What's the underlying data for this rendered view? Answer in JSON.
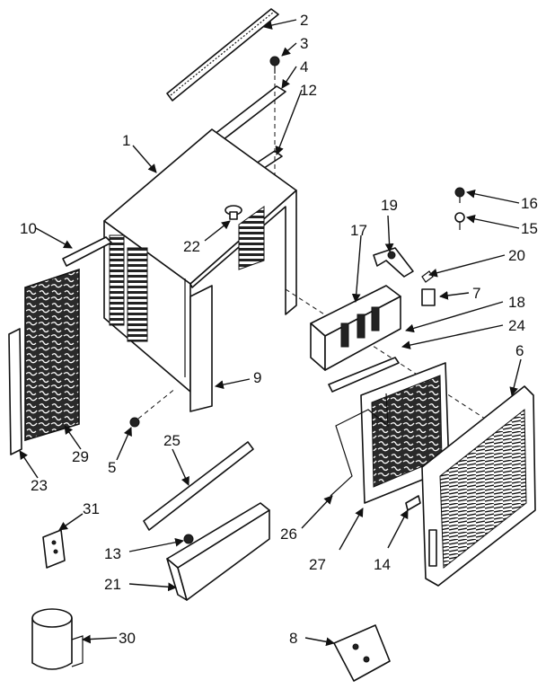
{
  "callouts": [
    {
      "id": "c2",
      "text": "2"
    },
    {
      "id": "c3",
      "text": "3"
    },
    {
      "id": "c4",
      "text": "4"
    },
    {
      "id": "c12",
      "text": "12"
    },
    {
      "id": "c1",
      "text": "1"
    },
    {
      "id": "c10",
      "text": "10"
    },
    {
      "id": "c22",
      "text": "22"
    },
    {
      "id": "c16",
      "text": "16"
    },
    {
      "id": "c15",
      "text": "15"
    },
    {
      "id": "c19",
      "text": "19"
    },
    {
      "id": "c17",
      "text": "17"
    },
    {
      "id": "c20",
      "text": "20"
    },
    {
      "id": "c7",
      "text": "7"
    },
    {
      "id": "c18",
      "text": "18"
    },
    {
      "id": "c24",
      "text": "24"
    },
    {
      "id": "c6",
      "text": "6"
    },
    {
      "id": "c9",
      "text": "9"
    },
    {
      "id": "c29",
      "text": "29"
    },
    {
      "id": "c23",
      "text": "23"
    },
    {
      "id": "c5",
      "text": "5"
    },
    {
      "id": "c25",
      "text": "25"
    },
    {
      "id": "c31",
      "text": "31"
    },
    {
      "id": "c26",
      "text": "26"
    },
    {
      "id": "c27",
      "text": "27"
    },
    {
      "id": "c14",
      "text": "14"
    },
    {
      "id": "c13",
      "text": "13"
    },
    {
      "id": "c21",
      "text": "21"
    },
    {
      "id": "c30",
      "text": "30"
    },
    {
      "id": "c8",
      "text": "8"
    }
  ]
}
